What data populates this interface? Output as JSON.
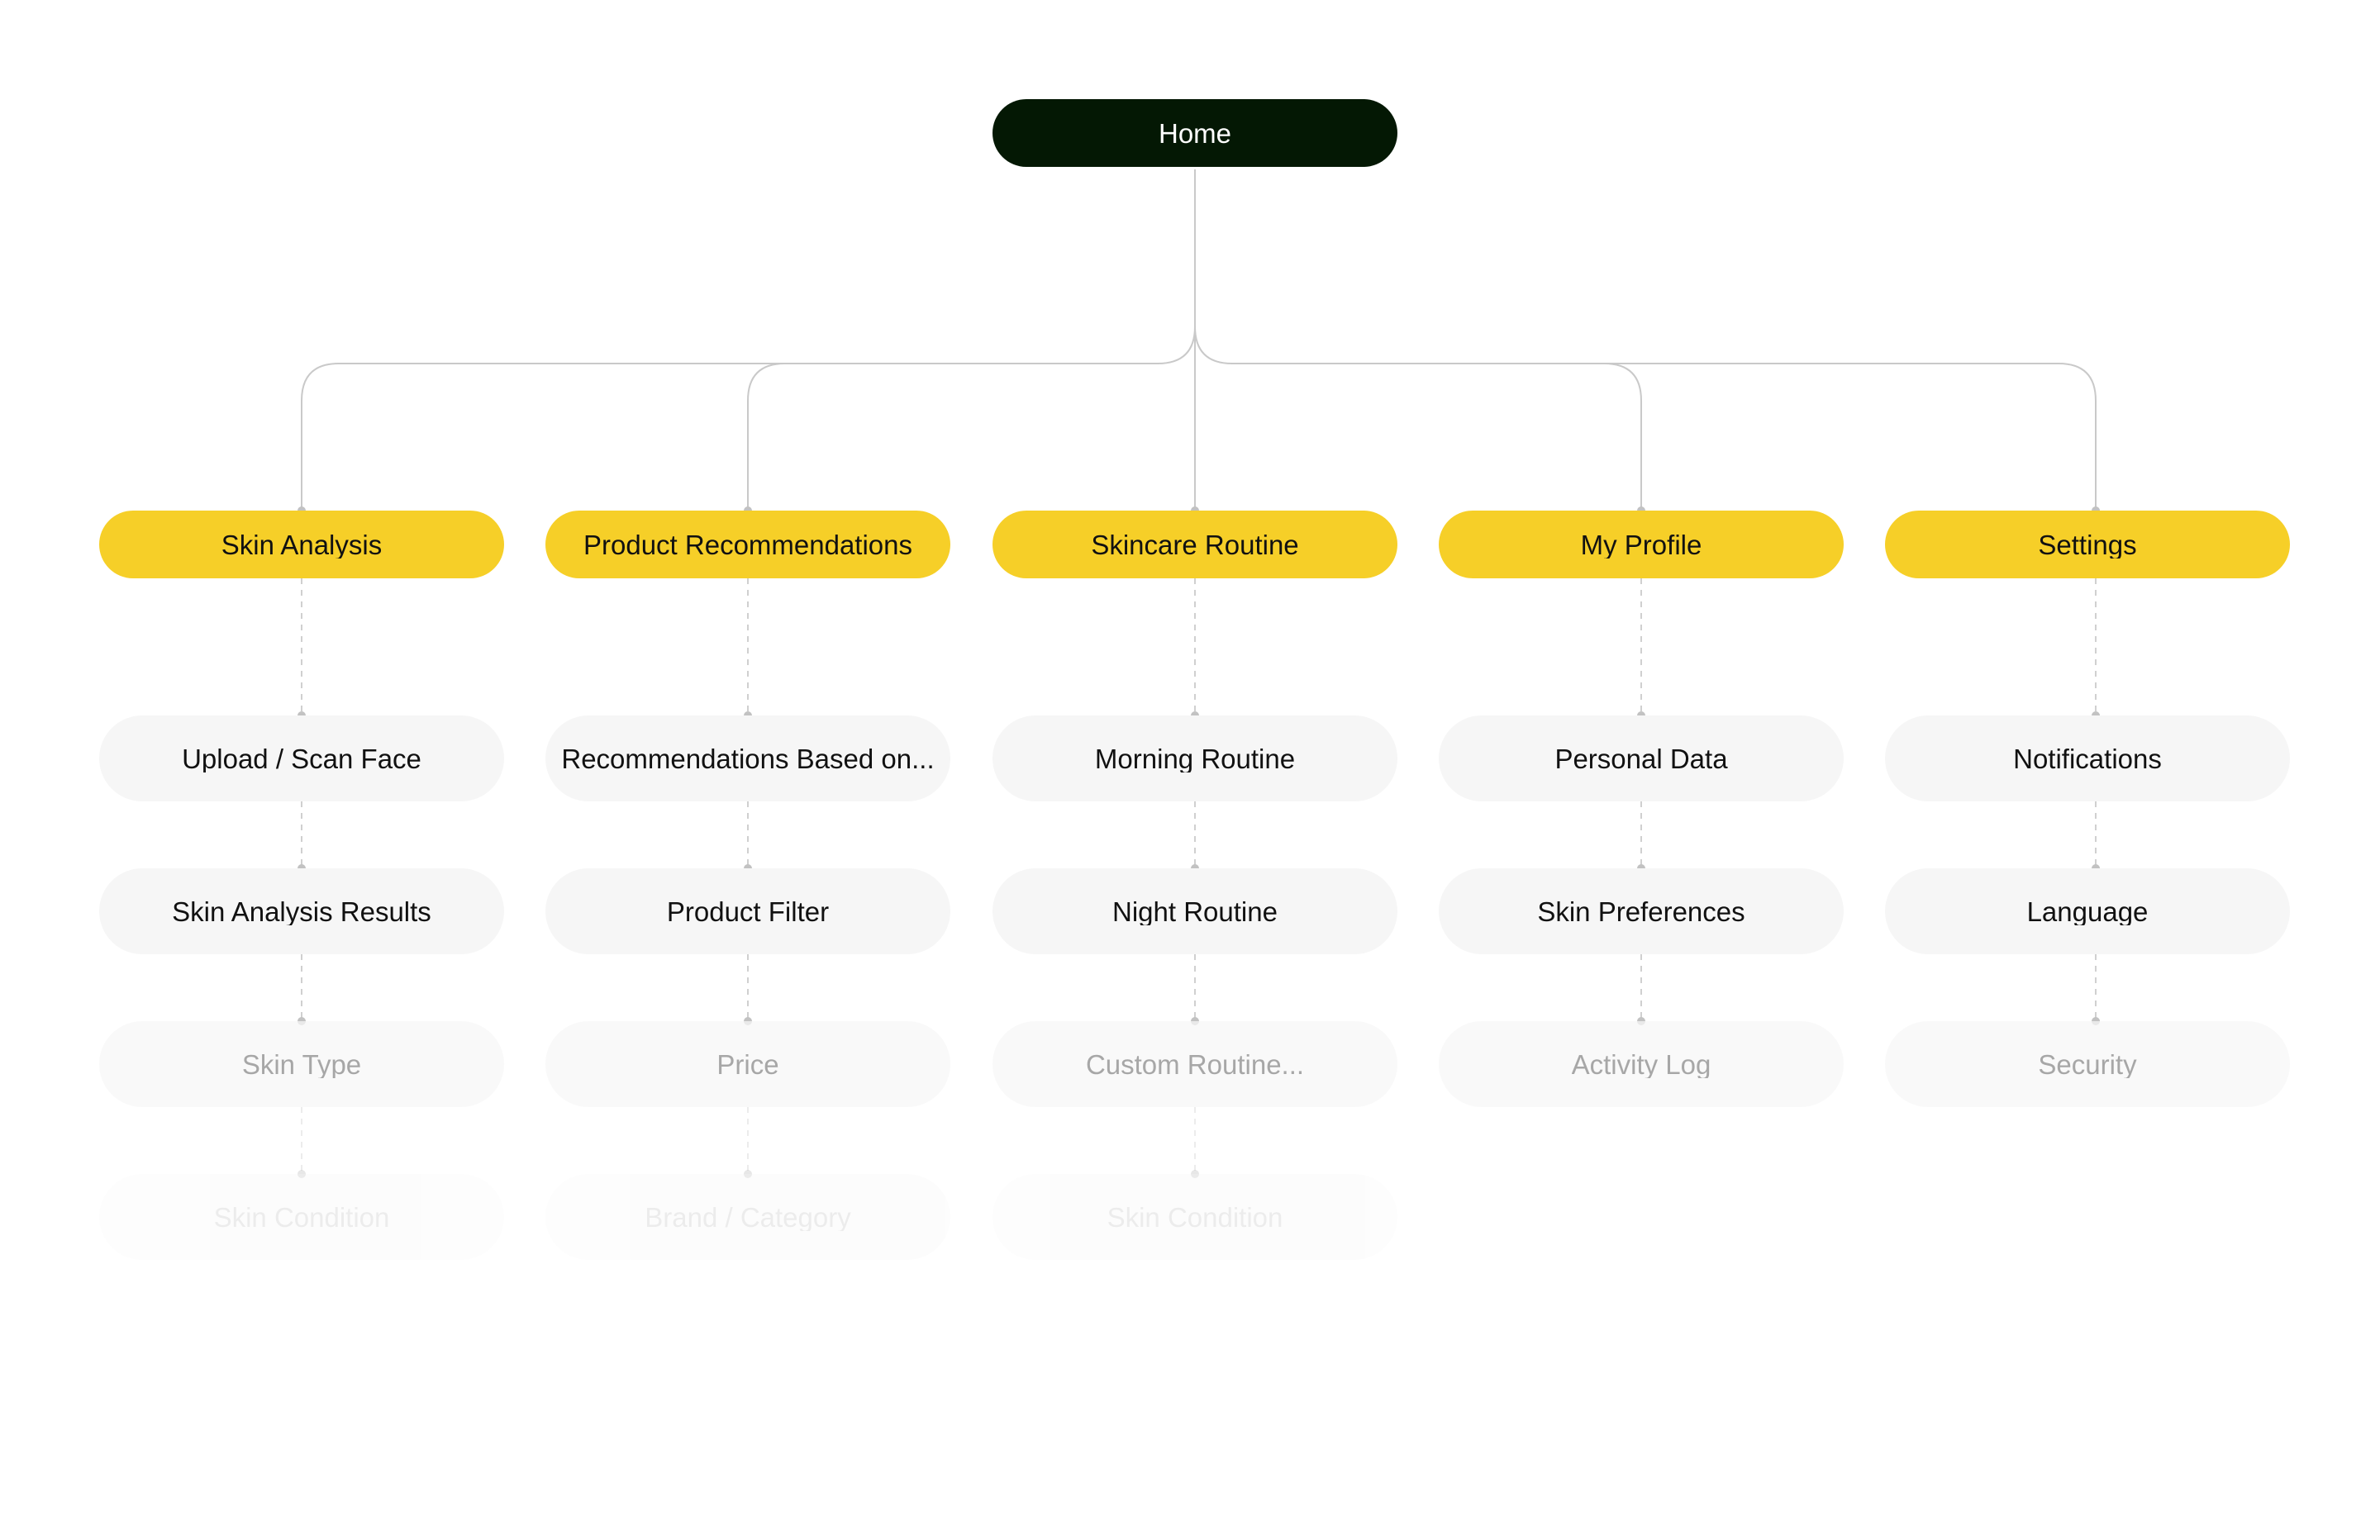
{
  "root": {
    "label": "Home"
  },
  "colors": {
    "root_bg": "#041804",
    "category_bg": "#f6cf28",
    "child_bg": "#f6f6f6",
    "connector": "#c9c9c9"
  },
  "columns": [
    {
      "label": "Skin Analysis",
      "children": [
        "Upload / Scan Face",
        "Skin Analysis Results",
        "Skin Type",
        "Skin Condition"
      ]
    },
    {
      "label": "Product Recommendations",
      "children": [
        "Recommendations Based on...",
        "Product Filter",
        "Price",
        "Brand / Category"
      ]
    },
    {
      "label": "Skincare Routine",
      "children": [
        "Morning Routine",
        "Night Routine",
        "Custom Routine...",
        "Skin Condition"
      ]
    },
    {
      "label": "My Profile",
      "children": [
        "Personal Data",
        "Skin Preferences",
        "Activity Log"
      ]
    },
    {
      "label": "Settings",
      "children": [
        "Notifications",
        "Language",
        "Security"
      ]
    }
  ]
}
